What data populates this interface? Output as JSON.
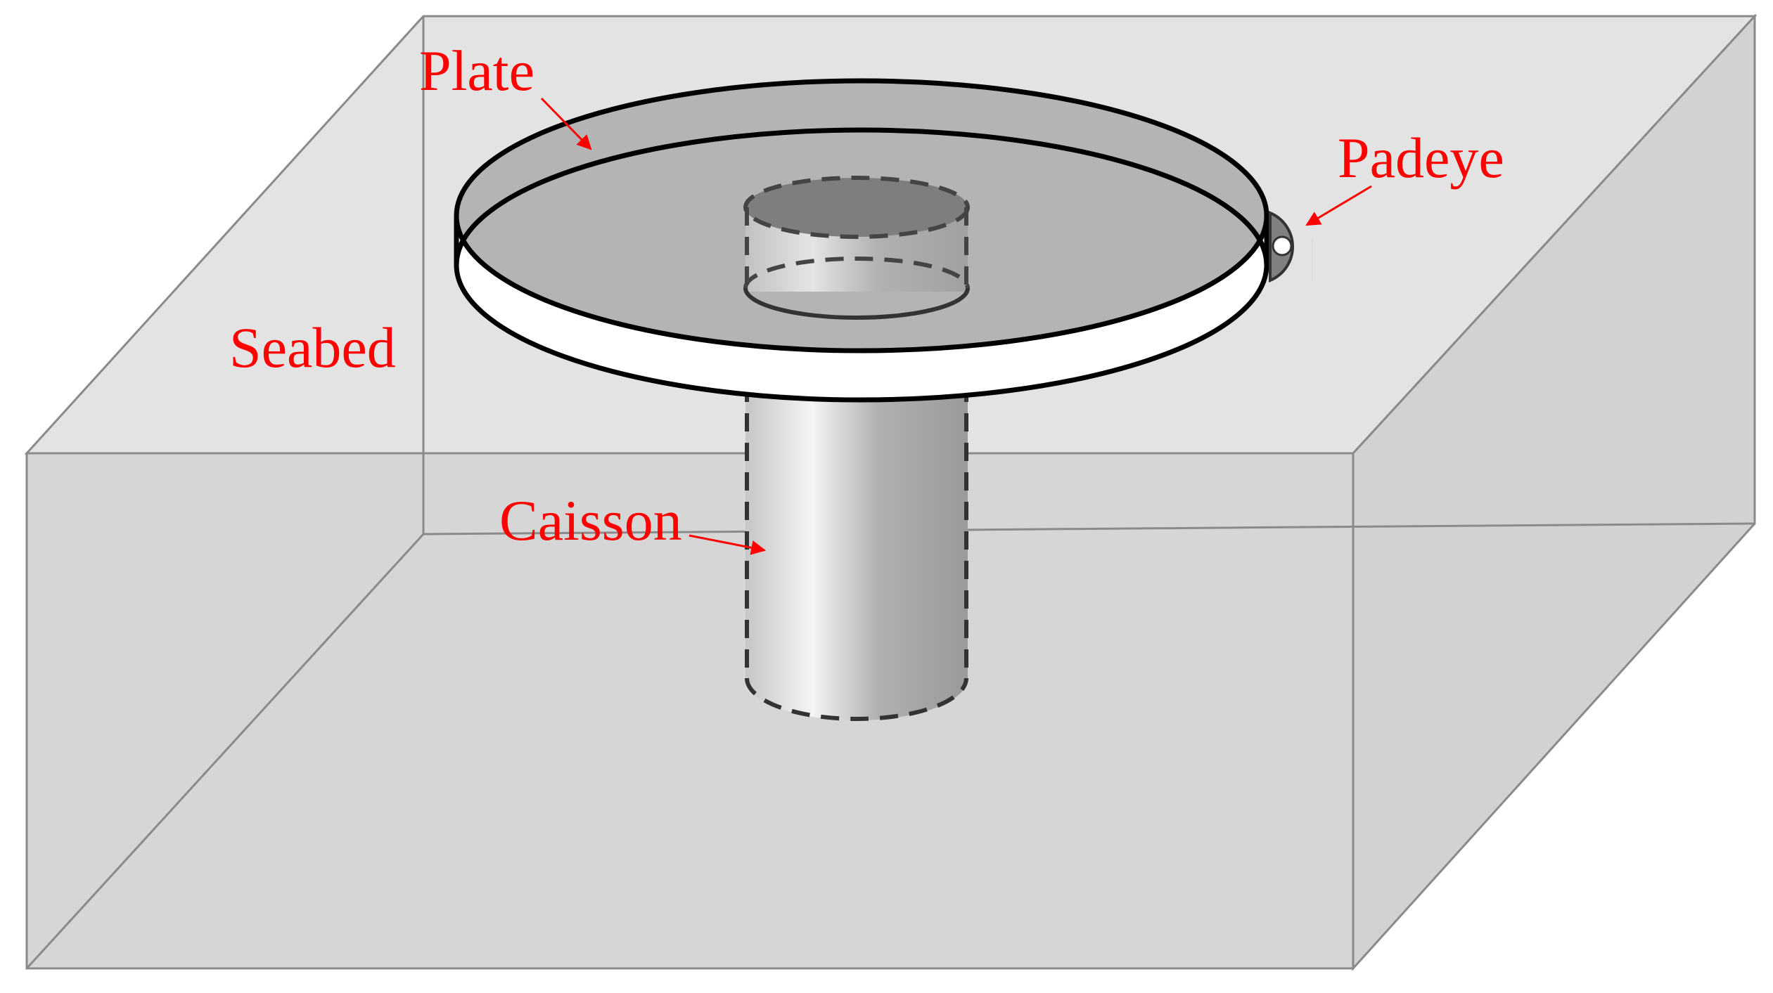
{
  "labels": {
    "plate": "Plate",
    "padeye": "Padeye",
    "seabed": "Seabed",
    "caisson": "Caisson"
  },
  "colors": {
    "label": "#ff0000",
    "box_edge": "#8a8a8a",
    "box_top": "#e3e3e3",
    "box_front": "#d6d6d6",
    "plate_fill": "#b4b4b4",
    "outline": "#000000"
  }
}
